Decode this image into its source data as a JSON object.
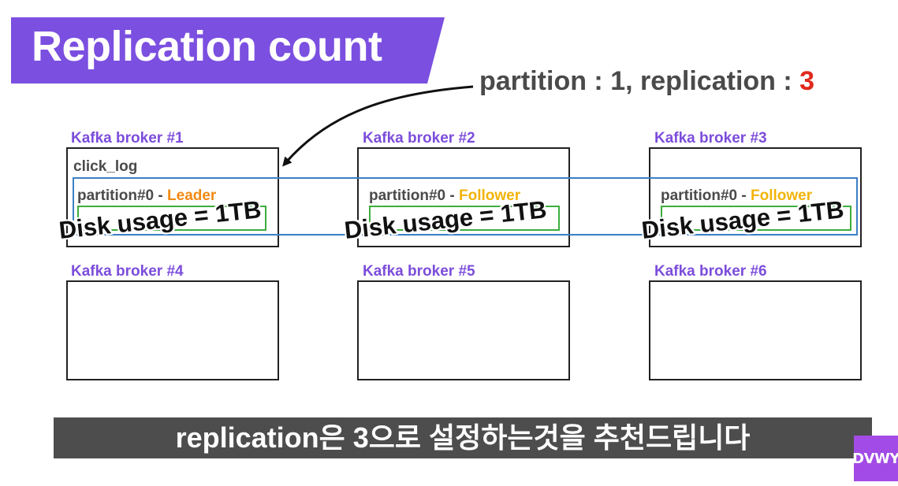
{
  "title": "Replication count",
  "subtitle": {
    "prefix": "partition : 1, replication : ",
    "highlight": "3",
    "highlight_color": "#e0281c"
  },
  "brokers": [
    {
      "label": "Kafka broker #1"
    },
    {
      "label": "Kafka broker #2"
    },
    {
      "label": "Kafka broker #3"
    },
    {
      "label": "Kafka broker #4"
    },
    {
      "label": "Kafka broker #5"
    },
    {
      "label": "Kafka broker #6"
    }
  ],
  "topic": "click_log",
  "partitions": [
    {
      "prefix": "partition#0 - ",
      "role": "Leader",
      "disk": "Disk usage = 1TB"
    },
    {
      "prefix": "partition#0 - ",
      "role": "Follower",
      "disk": "Disk usage = 1TB"
    },
    {
      "prefix": "partition#0 - ",
      "role": "Follower",
      "disk": "Disk usage = 1TB"
    }
  ],
  "caption": "replication은 3으로 설정하는것을 추천드립니다",
  "logo": "DVWY",
  "colors": {
    "banner": "#7b4fe0",
    "broker_label": "#7c4ddb",
    "leader": "#f08a14",
    "follower": "#f2b40a",
    "partition_box": "#3cae3c",
    "replication_box": "#3b7fc4",
    "caption_bar": "#4d4d4d",
    "logo": "#a24be6"
  }
}
